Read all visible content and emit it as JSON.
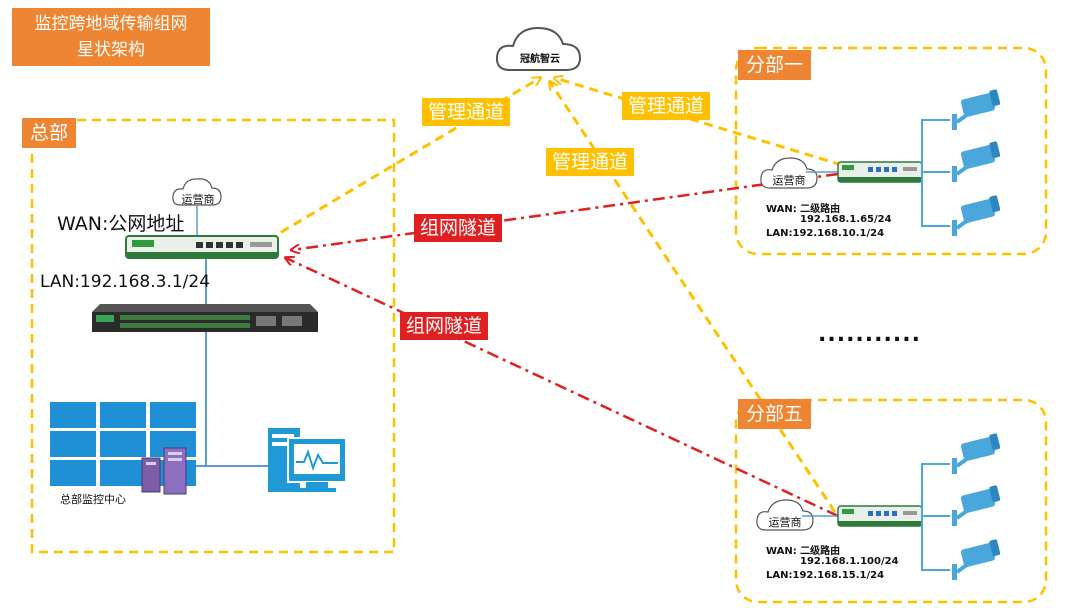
{
  "title": {
    "line1": "监控跨地域传输组网",
    "line2": "星状架构"
  },
  "cloud_main": {
    "label": "冠航智云"
  },
  "hq": {
    "label": "总部",
    "isp": "运营商",
    "wan": "WAN:公网地址",
    "lan": "LAN:192.168.3.1/24",
    "center": "总部监控中心"
  },
  "branch1": {
    "label": "分部一",
    "isp": "运营商",
    "wan": "WAN:  二级路由",
    "wan_ip": "192.168.1.65/24",
    "lan": "LAN:192.168.10.1/24"
  },
  "branch5": {
    "label": "分部五",
    "isp": "运营商",
    "wan": "WAN:  二级路由",
    "wan_ip": "192.168.1.100/24",
    "lan": "LAN:192.168.15.1/24"
  },
  "channels": {
    "mgmt1": "管理通道",
    "mgmt2": "管理通道",
    "mgmt3": "管理通道",
    "tunnel1": "组网隧道",
    "tunnel2": "组网隧道"
  },
  "ellipsis": "...........",
  "colors": {
    "orange": "#ee8533",
    "yellow": "#ffc000",
    "red": "#e02020",
    "camera": "#4aa7dc",
    "line": "#5b9bd5"
  }
}
